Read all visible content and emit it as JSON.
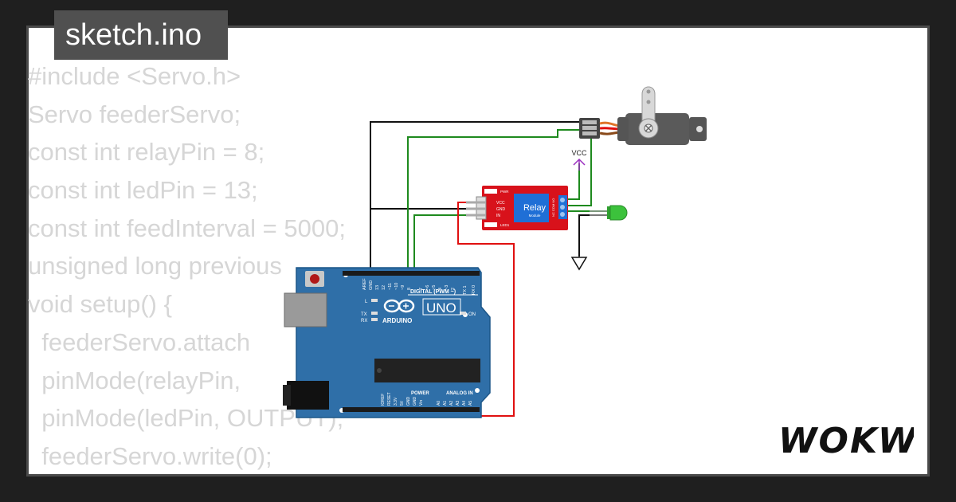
{
  "tab": {
    "filename": "sketch.ino"
  },
  "code_lines": [
    "#include <Servo.h>",
    "Servo feederServo;",
    "const int relayPin = 8;",
    "const int ledPin = 13;",
    "const int feedInterval = 5000;",
    "unsigned long previous",
    "void setup() {",
    "  feederServo.attach",
    "  pinMode(relayPin,",
    "  pinMode(ledPin, OUTPUT);",
    "  feederServo.write(0);"
  ],
  "circuit": {
    "arduino": {
      "brand": "ARDUINO",
      "model": "UNO",
      "digital_label": "DIGITAL (PWM ~)",
      "power_label": "POWER",
      "analog_label": "ANALOG IN",
      "led_labels": [
        "L",
        "TX",
        "RX"
      ],
      "on_label": "ON",
      "digital_pins": [
        "AREF",
        "GND",
        "13",
        "12",
        "~11",
        "~10",
        "~9",
        "8",
        "7",
        "~6",
        "~5",
        "4",
        "~3",
        "2",
        "TX 1",
        "RX 0"
      ],
      "power_pins": [
        "IOREF",
        "RESET",
        "3.3V",
        "5V",
        "GND",
        "GND",
        "Vin"
      ],
      "analog_pins": [
        "A0",
        "A1",
        "A2",
        "A3",
        "A4",
        "A5"
      ]
    },
    "relay": {
      "title": "Relay",
      "subtitle": "Module",
      "pins": [
        "VCC",
        "GND",
        "IN"
      ],
      "leds": [
        "PWR",
        "LED1"
      ],
      "terminals": [
        "NC",
        "COM",
        "NO"
      ]
    },
    "vcc_label": "VCC",
    "colors": {
      "arduino_board": "#2f6fa8",
      "relay_board": "#d8121b",
      "wire_black": "#111111",
      "wire_green": "#1e8a1e",
      "wire_red": "#e01010",
      "vcc_purple": "#9b2fc0",
      "servo_body": "#5a5a5a",
      "led_green": "#3cc23c"
    }
  },
  "brand_logo": "WOKWi"
}
